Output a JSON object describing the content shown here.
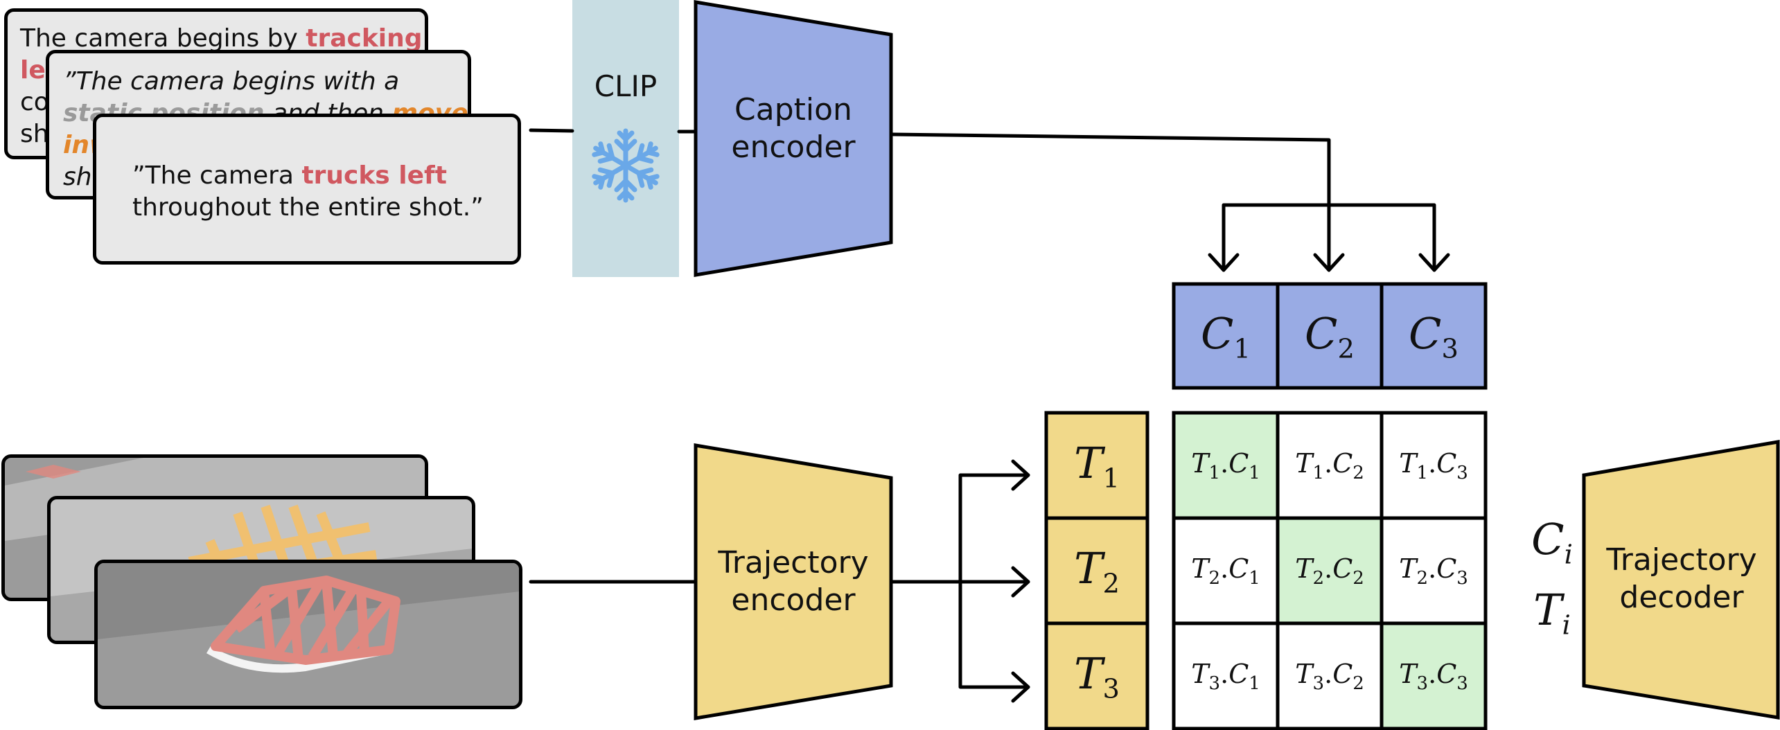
{
  "captions": [
    {
      "line1": [
        "The camera begins by ",
        "tracking"
      ],
      "line2": [
        "lef"
      ],
      "line3": [
        "co"
      ],
      "line4": [
        "sh"
      ]
    },
    {
      "line1": [
        "”The camera begins with a"
      ],
      "line2": [
        "static position",
        " and then ",
        "moves"
      ],
      "line3": [
        "inw"
      ],
      "line4": [
        "sh"
      ]
    },
    {
      "line1": [
        "”The camera ",
        "trucks left"
      ],
      "line2": [
        "throughout the entire shot.”"
      ]
    }
  ],
  "clip": {
    "label": "CLIP",
    "icon": "snowflake-icon"
  },
  "caption_encoder": {
    "line1": "Caption",
    "line2": "encoder"
  },
  "trajectory_encoder": {
    "line1": "Trajectory",
    "line2": "encoder"
  },
  "trajectory_decoder": {
    "line1": "Trajectory",
    "line2": "decoder"
  },
  "caption_embeddings": [
    {
      "base": "C",
      "sub": "1"
    },
    {
      "base": "C",
      "sub": "2"
    },
    {
      "base": "C",
      "sub": "3"
    }
  ],
  "trajectory_embeddings": [
    {
      "base": "T",
      "sub": "1"
    },
    {
      "base": "T",
      "sub": "2"
    },
    {
      "base": "T",
      "sub": "3"
    }
  ],
  "similarity_matrix": [
    [
      "T1.C1",
      "T1.C2",
      "T1.C3"
    ],
    [
      "T2.C1",
      "T2.C2",
      "T2.C3"
    ],
    [
      "T3.C1",
      "T3.C2",
      "T3.C3"
    ]
  ],
  "decoder_inputs": [
    {
      "base": "C",
      "sub": "i"
    },
    {
      "base": "T",
      "sub": "i"
    }
  ],
  "colors": {
    "caption_blue": "#99abe4",
    "trajectory_yellow": "#f1d98a",
    "match_green": "#d4f2d2",
    "clip_band": "#c8dde3",
    "snowflake": "#6aa8e8",
    "highlight_red": "#d05860",
    "highlight_orange": "#e3862a",
    "highlight_gray": "#9a9a9a",
    "scene_gray": "#9b9b9b",
    "frame_pink": "#e08880",
    "frame_yellow": "#f0c070"
  }
}
